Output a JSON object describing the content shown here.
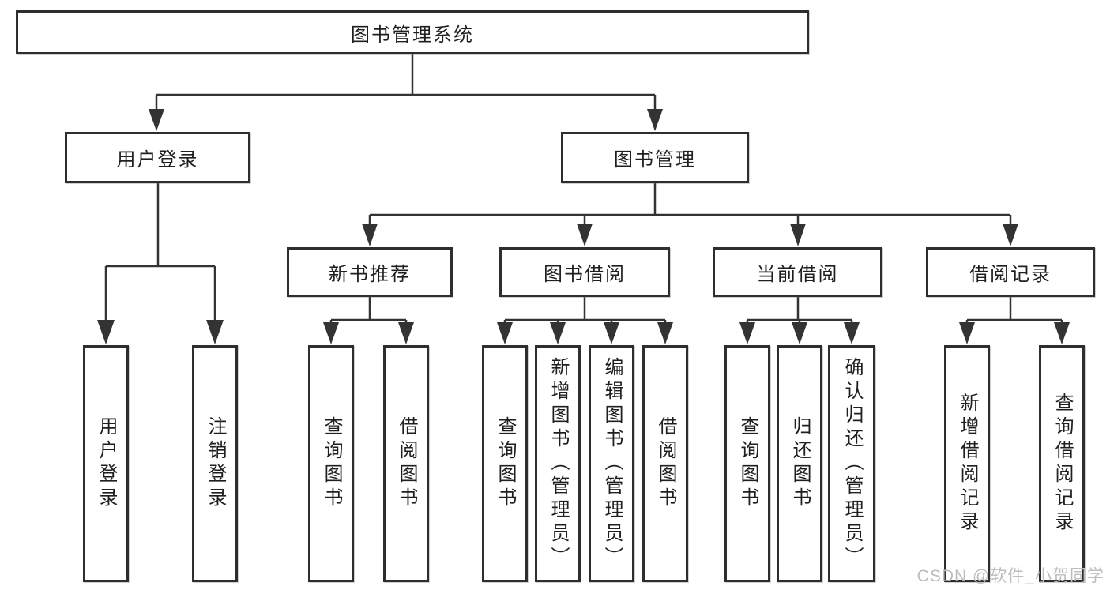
{
  "colors": {
    "line": "#333333",
    "box_border": "#2e2e2e",
    "text": "#1f1f1f",
    "watermark": "#bdbdbd"
  },
  "watermark": {
    "text": "CSDN @软件_小贺同学"
  },
  "tree": {
    "root": {
      "label": "图书管理系统"
    },
    "branches": [
      {
        "label": "用户登录",
        "leaves": [
          {
            "label": "用户登录"
          },
          {
            "label": "注销登录"
          }
        ]
      },
      {
        "label": "图书管理",
        "groups": [
          {
            "label": "新书推荐",
            "leaves": [
              {
                "label": "查询图书"
              },
              {
                "label": "借阅图书"
              }
            ]
          },
          {
            "label": "图书借阅",
            "leaves": [
              {
                "label": "查询图书"
              },
              {
                "label": "新增图书（管理员）"
              },
              {
                "label": "编辑图书（管理员）"
              },
              {
                "label": "借阅图书"
              }
            ]
          },
          {
            "label": "当前借阅",
            "leaves": [
              {
                "label": "查询图书"
              },
              {
                "label": "归还图书"
              },
              {
                "label": "确认归还（管理员）"
              }
            ]
          },
          {
            "label": "借阅记录",
            "leaves": [
              {
                "label": "新增借阅记录"
              },
              {
                "label": "查询借阅记录"
              }
            ]
          }
        ]
      }
    ]
  }
}
